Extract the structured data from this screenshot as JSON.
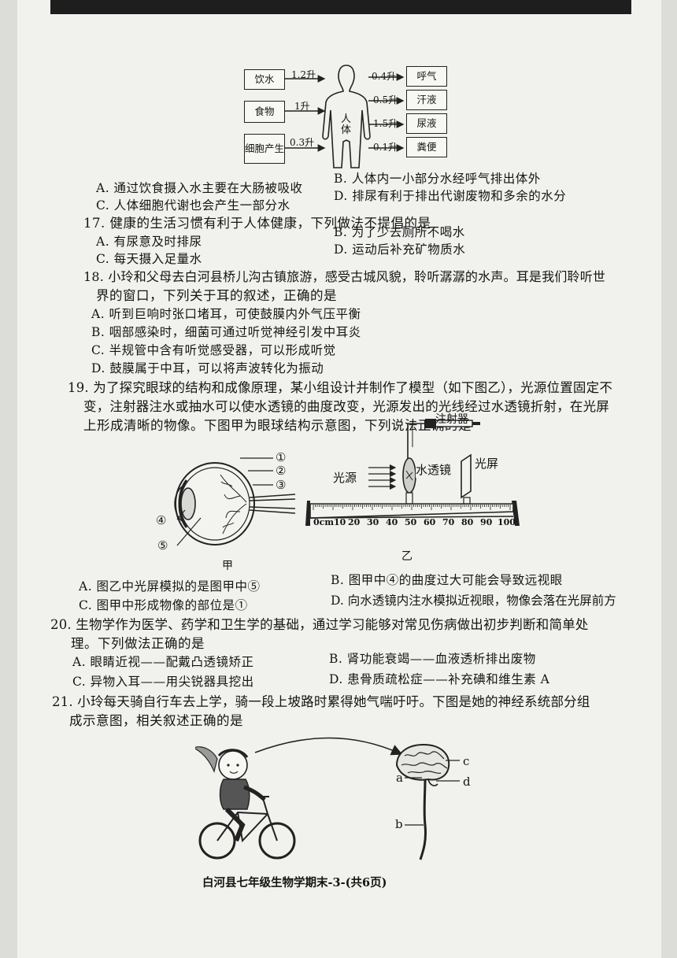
{
  "diagram16": {
    "inputs": [
      {
        "label": "饮水",
        "amount": "1.2升"
      },
      {
        "label": "食物",
        "amount": "1升"
      },
      {
        "label": "细胞产生",
        "amount": "0.3升"
      }
    ],
    "body_label": "人体",
    "outputs": [
      {
        "label": "呼气",
        "amount": "0.4升"
      },
      {
        "label": "汗液",
        "amount": "0.5升"
      },
      {
        "label": "尿液",
        "amount": "1.5升"
      },
      {
        "label": "粪便",
        "amount": "0.1升"
      }
    ]
  },
  "q16": {
    "options": [
      "A. 通过饮食摄入水主要在大肠被吸收",
      "B. 人体内一小部分水经呼气排出体外",
      "C. 人体细胞代谢也会产生一部分水",
      "D. 排尿有利于排出代谢废物和多余的水分"
    ]
  },
  "q17": {
    "stem": "17. 健康的生活习惯有利于人体健康，下列做法不提倡的是",
    "options": [
      "A. 有尿意及时排尿",
      "B. 为了少去厕所不喝水",
      "C. 每天摄入足量水",
      "D. 运动后补充矿物质水"
    ]
  },
  "q18": {
    "stem_line1": "18. 小玲和父母去白河县桥儿沟古镇旅游，感受古城风貌，聆听潺潺的水声。耳是我们聆听世",
    "stem_line2": "界的窗口，下列关于耳的叙述，正确的是",
    "options": [
      "A. 听到巨响时张口堵耳，可使鼓膜内外气压平衡",
      "B. 咽部感染时，细菌可通过听觉神经引发中耳炎",
      "C. 半规管中含有听觉感受器，可以形成听觉",
      "D. 鼓膜属于中耳，可以将声波转化为振动"
    ]
  },
  "q19": {
    "stem_line1": "19. 为了探究眼球的结构和成像原理，某小组设计并制作了模型（如下图乙），光源位置固定不",
    "stem_line2": "变，注射器注水或抽水可以使水透镜的曲度改变，光源发出的光线经过水透镜折射，在光屏",
    "stem_line3": "上形成清晰的物像。下图甲为眼球结构示意图，下列说法正确的是",
    "eye_labels": [
      "①",
      "②",
      "③",
      "④",
      "⑤"
    ],
    "fig_a_caption": "甲",
    "fig_b_caption": "乙",
    "model": {
      "syringe": "注射器",
      "light_source": "光源",
      "water_lens": "水透镜",
      "screen": "光屏",
      "ruler_ticks": [
        "0cm10",
        "20",
        "30",
        "40",
        "50",
        "60",
        "70",
        "80",
        "90",
        "100"
      ]
    },
    "options": [
      "A. 图乙中光屏模拟的是图甲中⑤",
      "B. 图甲中④的曲度过大可能会导致远视眼",
      "C. 图甲中形成物像的部位是①",
      "D. 向水透镜内注水模拟近视眼，物像会落在光屏前方"
    ]
  },
  "q20": {
    "stem_line1": "20. 生物学作为医学、药学和卫生学的基础，通过学习能够对常见伤病做出初步判断和简单处",
    "stem_line2": "理。下列做法正确的是",
    "options": [
      "A. 眼睛近视——配戴凸透镜矫正",
      "B. 肾功能衰竭——血液透析排出废物",
      "C. 异物入耳——用尖锐器具挖出",
      "D. 患骨质疏松症——补充碘和维生素 A"
    ]
  },
  "q21": {
    "stem_line1": "21. 小玲每天骑自行车去上学，骑一段上坡路时累得她气喘吁吁。下图是她的神经系统部分组",
    "stem_line2": "成示意图，相关叙述正确的是",
    "nerve_labels": [
      "a",
      "b",
      "c",
      "d"
    ]
  },
  "footer": "白河县七年级生物学期末-3-(共6页)"
}
